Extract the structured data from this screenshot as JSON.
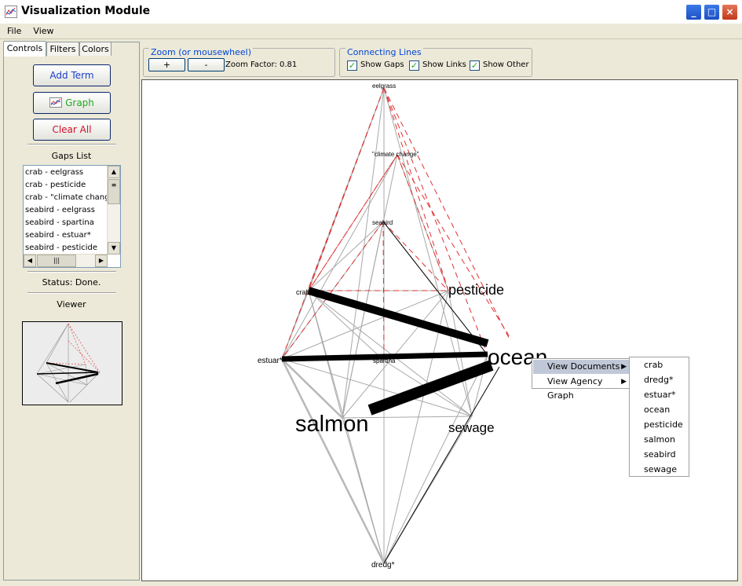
{
  "window": {
    "title": "Visualization Module",
    "controls": [
      "_",
      "□",
      "×"
    ]
  },
  "menu": [
    "File",
    "View"
  ],
  "tabs": [
    "Controls",
    "Filters",
    "Colors"
  ],
  "buttons": {
    "add_term": "Add Term",
    "graph": "Graph",
    "clear_all": "Clear All"
  },
  "gaps": {
    "title": "Gaps List",
    "items": [
      "crab - eelgrass",
      "crab - pesticide",
      "crab - \"climate change\"",
      "seabird - eelgrass",
      "seabird - spartina",
      "seabird - estuar*",
      "seabird - pesticide"
    ]
  },
  "status": "Status: Done.",
  "viewer_label": "Viewer",
  "zoom": {
    "title": "Zoom (or mousewheel)",
    "plus": "+",
    "minus": "-",
    "factor_label": "Zoom Factor: 0.81"
  },
  "lines": {
    "title": "Connecting Lines",
    "gaps": "Show Gaps",
    "links": "Show Links",
    "other": "Show Other",
    "gaps_checked": true,
    "links_checked": true,
    "other_checked": true
  },
  "graph": {
    "nodes": [
      "eelgrass",
      "\"climate change\"",
      "seabird",
      "crab",
      "pesticide",
      "estuar*",
      "spartina",
      "ocean",
      "salmon",
      "sewage",
      "dredg*"
    ]
  },
  "context_menu": {
    "items": [
      "View Documents",
      "View Agency Graph"
    ],
    "submenu": [
      "crab",
      "dredg*",
      "estuar*",
      "ocean",
      "pesticide",
      "salmon",
      "seabird",
      "sewage"
    ]
  },
  "colors": {
    "gap": "#e03030",
    "link": "#000000",
    "other": "#a0a0a0",
    "accent": "#0046d5"
  }
}
